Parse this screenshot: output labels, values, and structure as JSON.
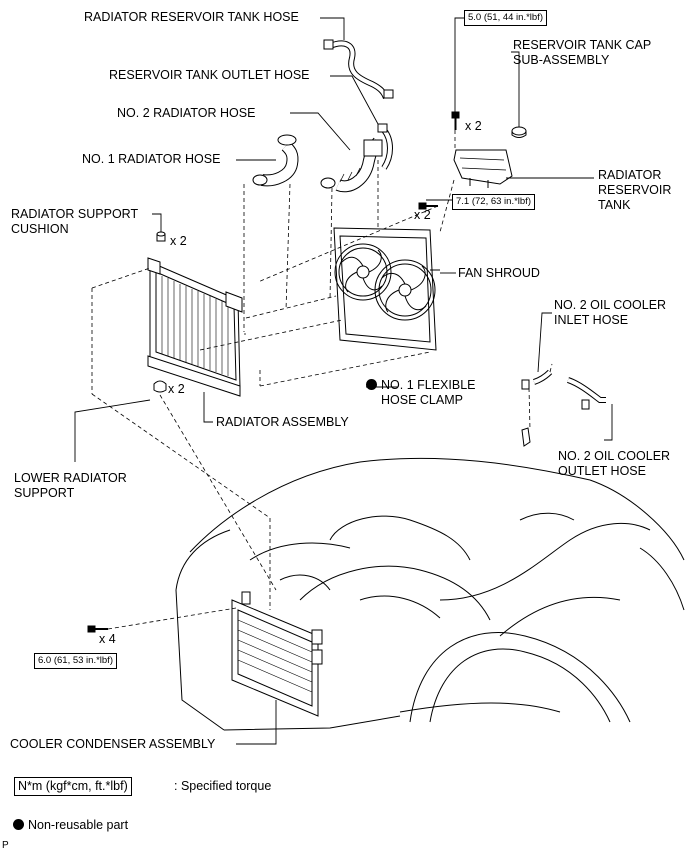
{
  "labels": {
    "radiator_reservoir_tank_hose": "RADIATOR RESERVOIR TANK HOSE",
    "reservoir_tank_outlet_hose": "RESERVOIR TANK OUTLET HOSE",
    "no2_radiator_hose": "NO. 2 RADIATOR HOSE",
    "no1_radiator_hose": "NO. 1 RADIATOR HOSE",
    "radiator_support_cushion": [
      "RADIATOR SUPPORT",
      "CUSHION"
    ],
    "reservoir_tank_cap": [
      "RESERVOIR TANK CAP",
      "SUB-ASSEMBLY"
    ],
    "radiator_reservoir_tank": [
      "RADIATOR",
      "RESERVOIR",
      "TANK"
    ],
    "fan_shroud": "FAN SHROUD",
    "no2_oil_cooler_inlet_hose": [
      "NO. 2 OIL COOLER",
      "INLET HOSE"
    ],
    "no1_flexible_hose_clamp": [
      "NO. 1 FLEXIBLE",
      "HOSE CLAMP"
    ],
    "radiator_assembly": "RADIATOR ASSEMBLY",
    "no2_oil_cooler_outlet_hose": [
      "NO. 2 OIL COOLER",
      "OUTLET HOSE"
    ],
    "lower_radiator_support": [
      "LOWER RADIATOR",
      "SUPPORT"
    ],
    "cooler_condenser_assembly": "COOLER CONDENSER ASSEMBLY"
  },
  "torques": {
    "reservoir_bolt": "5.0 (51, 44 in.*lbf)",
    "fan_shroud_bolt": "7.1 (72, 63 in.*lbf)",
    "condenser_bolt": "6.0 (61, 53 in.*lbf)"
  },
  "quantities": {
    "reservoir_bolt": "x 2",
    "fan_shroud_bolt": "x 2",
    "support_cushion": "x 2",
    "lower_support": "x 2",
    "condenser_bolt": "x 4"
  },
  "legend": {
    "torque_box": "N*m (kgf*cm, ft.*lbf)",
    "torque_text": ": Specified torque",
    "nonreusable_text": "Non-reusable part"
  },
  "footer_code": "P"
}
